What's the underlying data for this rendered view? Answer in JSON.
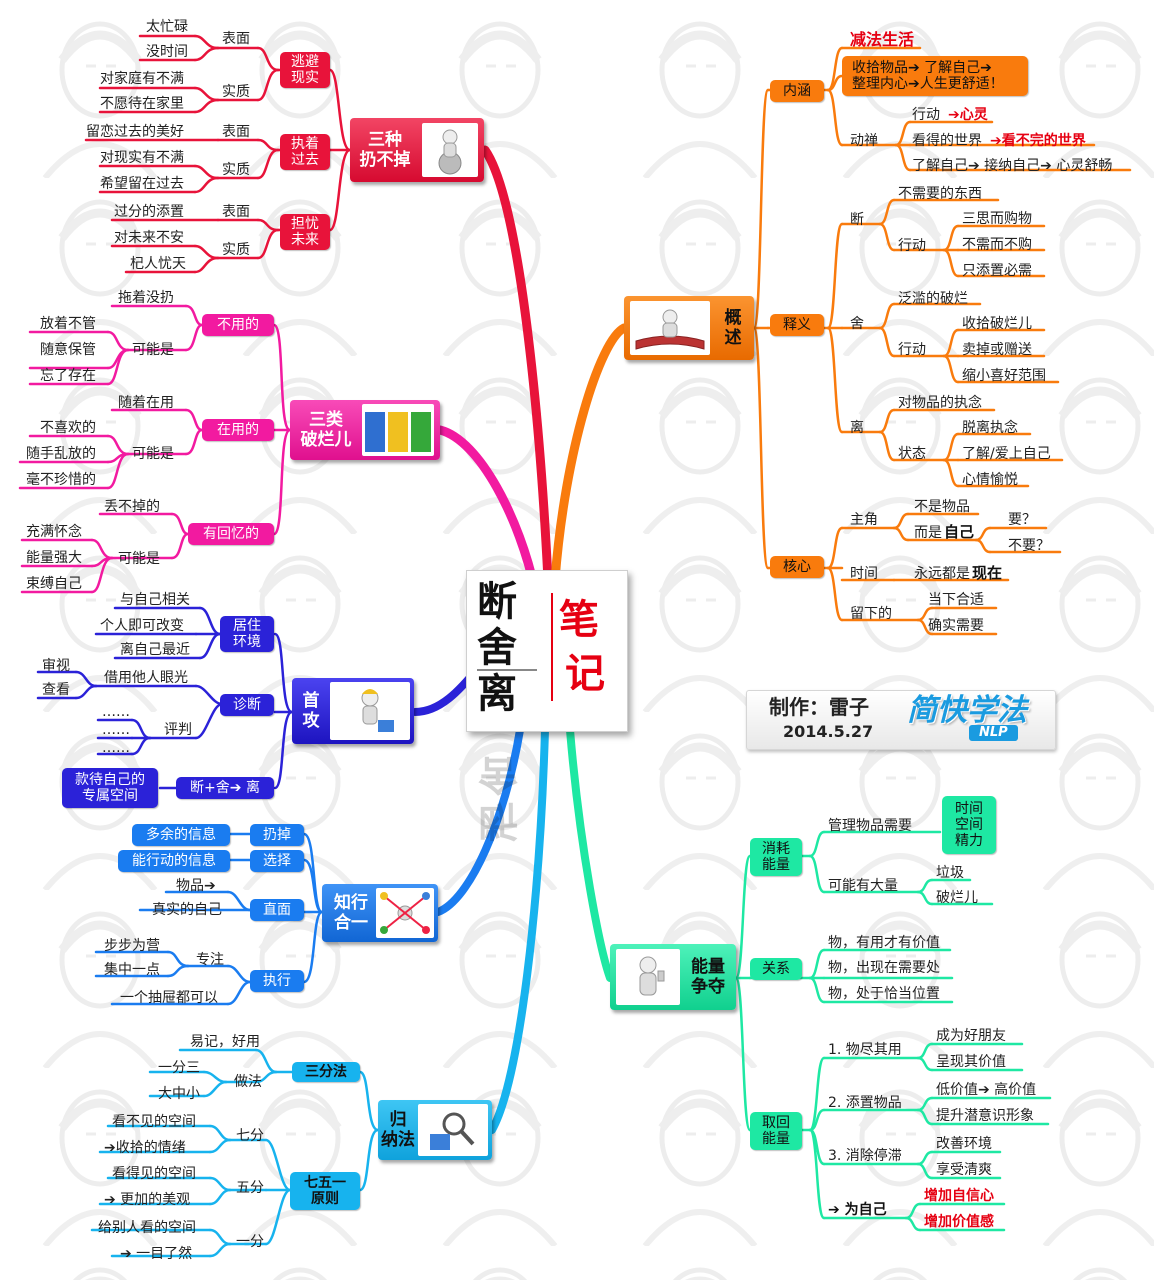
{
  "center": {
    "title": "断舍离",
    "note1": "笔",
    "note2": "记"
  },
  "credit": {
    "line1": "制作：雷子",
    "date": "2014.5.27",
    "brand": "简快学法",
    "sub": "NLP"
  },
  "branches": {
    "san_zhong": {
      "title": "三种\n扔不掉",
      "g1": {
        "label": "逃避\n现实",
        "s1": "表面",
        "s1a": "太忙碌",
        "s1b": "没时间",
        "s2": "实质",
        "s2a": "对家庭有不满",
        "s2b": "不愿待在家里"
      },
      "g2": {
        "label": "执着\n过去",
        "s1": "表面",
        "s1a": "留恋过去的美好",
        "s2": "实质",
        "s2a": "对现实有不满",
        "s2b": "希望留在过去"
      },
      "g3": {
        "label": "担忧\n未来",
        "s1": "表面",
        "s1a": "过分的添置",
        "s2": "实质",
        "s2a": "对未来不安",
        "s2b": "杞人忧天"
      }
    },
    "san_lei": {
      "title": "三类\n破烂儿",
      "g1": {
        "label": "不用的",
        "a": "拖着没扔",
        "k": "可能是",
        "k1": "放着不管",
        "k2": "随意保管",
        "k3": "忘了存在"
      },
      "g2": {
        "label": "在用的",
        "a": "随着在用",
        "k": "可能是",
        "k1": "不喜欢的",
        "k2": "随手乱放的",
        "k3": "毫不珍惜的"
      },
      "g3": {
        "label": "有回忆的",
        "a": "丢不掉的",
        "k": "可能是",
        "k1": "充满怀念",
        "k2": "能量强大",
        "k3": "束缚自己"
      }
    },
    "shou_gong": {
      "title": "首\n攻",
      "g1": {
        "label": "居住\n环境",
        "a": "与自己相关",
        "b": "个人即可改变",
        "c": "离自己最近"
      },
      "g2": {
        "label": "诊断",
        "a": "审视",
        "b": "查看",
        "c": "借用他人眼光",
        "d1": "……",
        "d2": "……",
        "d3": "……",
        "e": "评判"
      },
      "g3": {
        "label": "断+舍➔ 离",
        "a": "款待自己的\n专属空间"
      }
    },
    "zhi_xing": {
      "title": "知行\n合一",
      "g1": {
        "label": "扔掉",
        "a": "多余的信息"
      },
      "g2": {
        "label": "选择",
        "a": "能行动的信息"
      },
      "g3": {
        "label": "直面",
        "a": "物品➔",
        "b": "真实的自己"
      },
      "g4": {
        "label": "执行",
        "k": "专注",
        "k1": "步步为营",
        "k2": "集中一点",
        "b": "一个抽屉都可以"
      }
    },
    "gui_na": {
      "title": "归\n纳法",
      "g1": {
        "label": "三分法",
        "a": "易记，好用",
        "k": "做法",
        "k1": "一分三",
        "k2": "大中小"
      },
      "g2": {
        "label": "七五一\n原则",
        "s1": "七分",
        "s1a": "看不见的空间",
        "s1b": "➔收拾的情绪",
        "s2": "五分",
        "s2a": "看得见的空间",
        "s2b": "➔ 更加的美观",
        "s3": "一分",
        "s3a": "给别人看的空间",
        "s3b": "➔ 一目了然"
      }
    },
    "gai_shu": {
      "title": "概\n述",
      "nei_han": {
        "label": "内涵",
        "a": "减法生活",
        "b": "收拾物品➔ 了解自己➔\n整理内心➔人生更舒适！",
        "c": "动禅",
        "c1": "行动",
        "c1r": "➔心灵",
        "c2": "看得的世界",
        "c2r": "➔看不完的世界",
        "c3": "了解自己➔ 接纳自己➔ 心灵舒畅"
      },
      "shi_yi": {
        "label": "释义",
        "duan": "断",
        "duan1": "不需要的东西",
        "duan2": "行动",
        "duan2a": "三思而购物",
        "duan2b": "不需而不购",
        "duan2c": "只添置必需",
        "she": "舍",
        "she1": "泛滥的破烂",
        "she2": "行动",
        "she2a": "收拾破烂儿",
        "she2b": "卖掉或赠送",
        "she2c": "缩小喜好范围",
        "li": "离",
        "li1": "对物品的执念",
        "li2": "状态",
        "li2a": "脱离执念",
        "li2b": "了解/爱上自己",
        "li2c": "心情愉悦"
      },
      "he_xin": {
        "label": "核心",
        "zj": "主角",
        "zj1": "不是物品",
        "zj2a": "而是",
        "zj2b": "自己",
        "zj3": "要？",
        "zj4": "不要？",
        "sj": "时间",
        "sj1a": "永远都是",
        "sj1b": "现在",
        "lx": "留下的",
        "lx1": "当下合适",
        "lx2": "确实需要"
      }
    },
    "neng_liang": {
      "title": "能量\n争夺",
      "xiao_hao": {
        "label": "消耗\n能量",
        "a": "管理物品需要",
        "a1": "时间\n空间\n精力",
        "b": "可能有大量",
        "b1": "垃圾",
        "b2": "破烂儿"
      },
      "guan_xi": {
        "label": "关系",
        "a": "物，有用才有价值",
        "b": "物，出现在需要处",
        "c": "物，处于恰当位置"
      },
      "qu_hui": {
        "label": "取回\n能量",
        "p1": "1. 物尽其用",
        "p1a": "成为好朋友",
        "p1b": "呈现其价值",
        "p2": "2. 添置物品",
        "p2a": "低价值➔ 高价值",
        "p2b": "提升潜意识形象",
        "p3": "3. 消除停滞",
        "p3a": "改善环境",
        "p3b": "享受清爽",
        "p4": "➔ 为自己",
        "p4a": "增加自信心",
        "p4b": "增加价值感"
      }
    }
  },
  "colors": {
    "red": "#e8133a",
    "pink": "#f21aa0",
    "blue": "#2b22d8",
    "azure": "#1a7cf0",
    "cyan": "#17b3ee",
    "orange": "#f97b0d",
    "green": "#1ee8a3"
  }
}
